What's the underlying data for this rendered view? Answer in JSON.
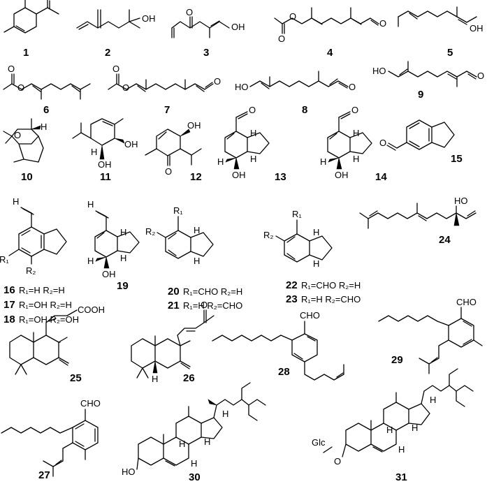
{
  "compounds": [
    {
      "label": "1"
    },
    {
      "label": "2"
    },
    {
      "label": "3"
    },
    {
      "label": "4"
    },
    {
      "label": "5"
    },
    {
      "label": "6"
    },
    {
      "label": "7"
    },
    {
      "label": "8"
    },
    {
      "label": "9"
    },
    {
      "label": "10"
    },
    {
      "label": "11"
    },
    {
      "label": "12"
    },
    {
      "label": "13"
    },
    {
      "label": "14"
    },
    {
      "label": "15"
    },
    {
      "label": "16"
    },
    {
      "label": "17"
    },
    {
      "label": "18"
    },
    {
      "label": "19"
    },
    {
      "label": "20"
    },
    {
      "label": "21"
    },
    {
      "label": "22"
    },
    {
      "label": "23"
    },
    {
      "label": "24"
    },
    {
      "label": "25"
    },
    {
      "label": "26"
    },
    {
      "label": "27"
    },
    {
      "label": "28"
    },
    {
      "label": "29"
    },
    {
      "label": "30"
    },
    {
      "label": "31"
    }
  ],
  "atoms": {
    "oh": "OH",
    "ho": "HO",
    "o": "O",
    "h": "H",
    "cho": "CHO",
    "cooh": "COOH",
    "glc": "Glc"
  },
  "captions": {
    "c16": "R₁=H  R₂=H",
    "c17": "R₁=OH  R₂=H",
    "c18": "R₁=OH  R₂=OH",
    "c20": "R₁=CHO  R₂=H",
    "c21": "R₁=H  R₂=CHO",
    "c22": "R₁=CHO  R₂=H",
    "c23": "R₁=H  R₂=CHO",
    "r1": "R₁",
    "r2": "R₂"
  }
}
